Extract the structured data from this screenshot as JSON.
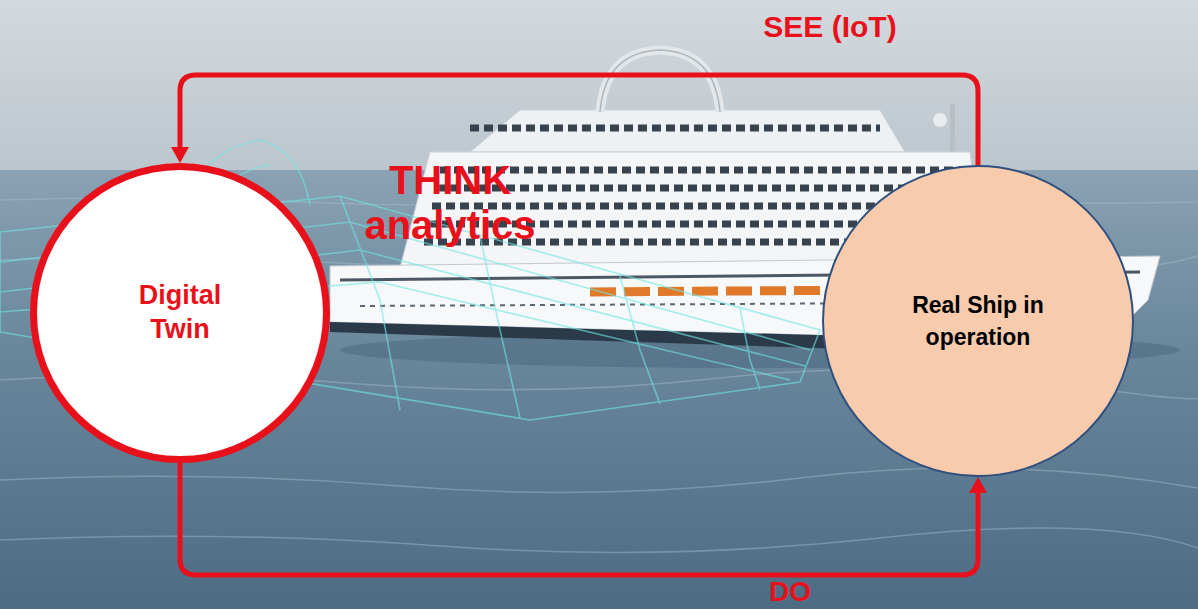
{
  "diagram": {
    "nodes": [
      {
        "text": [
          "Digital Twin"
        ]
      },
      {
        "text": [
          "Real Ship in operation"
        ]
      }
    ],
    "edges": [
      {
        "from": 1,
        "to": 0,
        "arrow": "to",
        "label": "SEE (IoT)"
      },
      {
        "from": 0,
        "to": 1,
        "arrow": "to",
        "label": "DO"
      }
    ],
    "labels": [
      "THINK analytics"
    ]
  }
}
